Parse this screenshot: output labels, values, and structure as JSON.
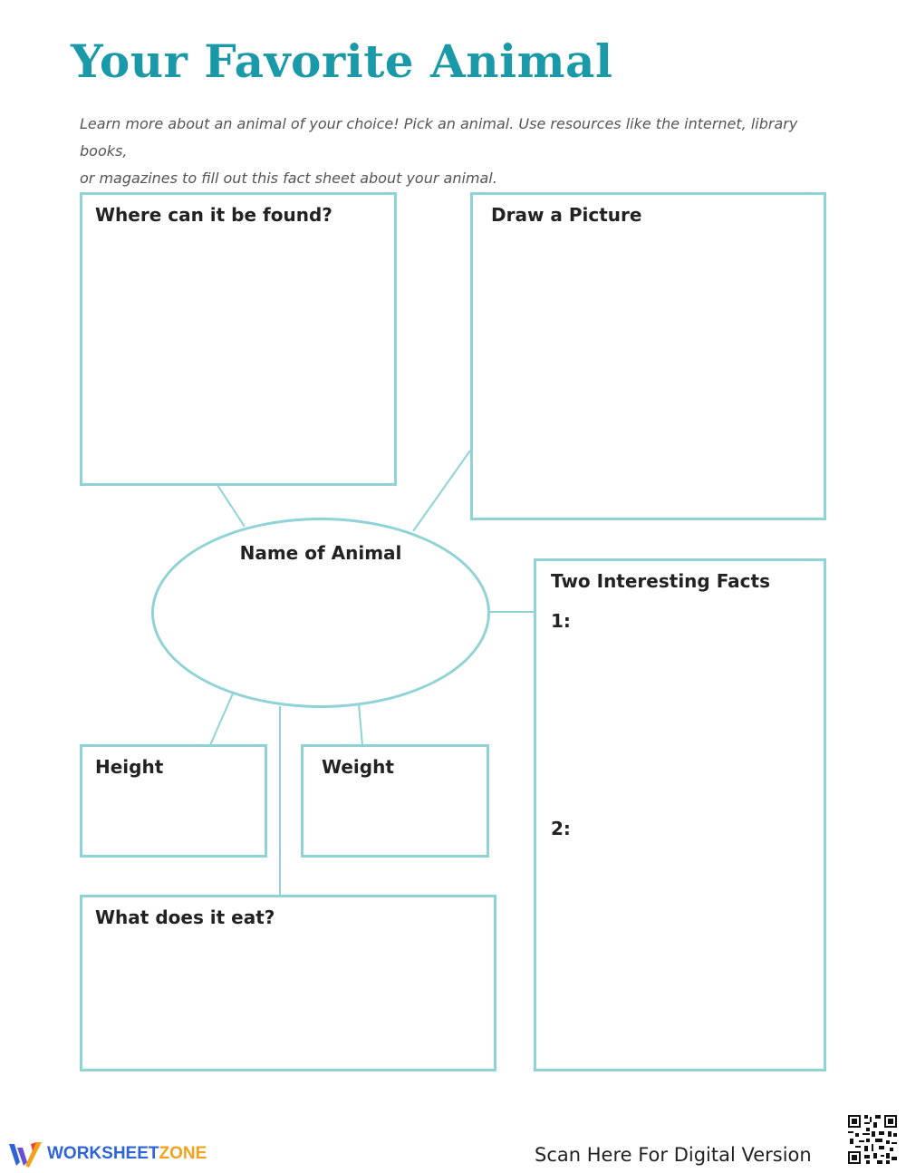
{
  "title": "Your Favorite Animal",
  "intro": {
    "line1": "Learn more about an animal of your choice! Pick an animal. Use resources like the internet, library books,",
    "line2": "or magazines to fill out this fact sheet about your animal."
  },
  "boxes": {
    "where_found": "Where can it be found?",
    "draw_picture": "Draw a Picture",
    "name_of_animal": "Name of Animal",
    "facts_title": "Two Interesting Facts",
    "fact_1": "1:",
    "fact_2": "2:",
    "height": "Height",
    "weight": "Weight",
    "eat": "What does it eat?"
  },
  "footer": {
    "brand_part1": "WORKSHEET",
    "brand_part2": "ZONE",
    "scan_text": "Scan Here For Digital Version"
  },
  "colors": {
    "title": "#1a9aa8",
    "box_border": "#8fd3d6",
    "brand_blue": "#2e64d8",
    "brand_orange": "#f4a21c"
  },
  "icons": [
    "worksheetzone-logo-icon",
    "qr-code-icon"
  ]
}
